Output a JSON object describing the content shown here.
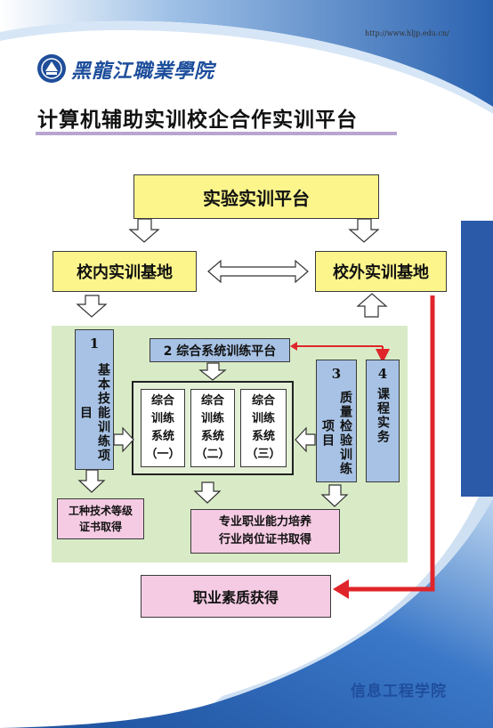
{
  "header": {
    "url": "http://www.hljp.edu.cn/",
    "school_name": "黑龍江職業學院",
    "title": "计算机辅助实训校企合作实训平台"
  },
  "diagram": {
    "lab_platform": "实验实训平台",
    "internal_base": "校内实训基地",
    "external_base": "校外实训基地",
    "basic_skill": {
      "num": "1",
      "label": "基本技能训练项目"
    },
    "integrated_platform": "2 综合系统训练平台",
    "systems": [
      {
        "line1": "综合",
        "line2": "训练",
        "line3": "系统",
        "line4": "（一）"
      },
      {
        "line1": "综合",
        "line2": "训练",
        "line3": "系统",
        "line4": "（二）"
      },
      {
        "line1": "综合",
        "line2": "训练",
        "line3": "系统",
        "line4": "（三）"
      }
    ],
    "quality_check": {
      "num": "3",
      "label": "质量检验训练项目"
    },
    "course_practice": {
      "num": "4",
      "label": "课程实务"
    },
    "cert_trade": {
      "line1": "工种技术等级",
      "line2": "证书取得"
    },
    "professional": {
      "line1": "专业职业能力培养",
      "line2": "行业岗位证书取得"
    },
    "vocational": "职业素质获得"
  },
  "footer": {
    "department": "信息工程学院"
  },
  "colors": {
    "accent_blue": "#2e64b3",
    "yellow": "#fbf58c",
    "light_blue": "#a7c2e4",
    "pink": "#f5cbe3",
    "green_panel": "#d8ebc6",
    "red_arrow": "#e0252a"
  }
}
